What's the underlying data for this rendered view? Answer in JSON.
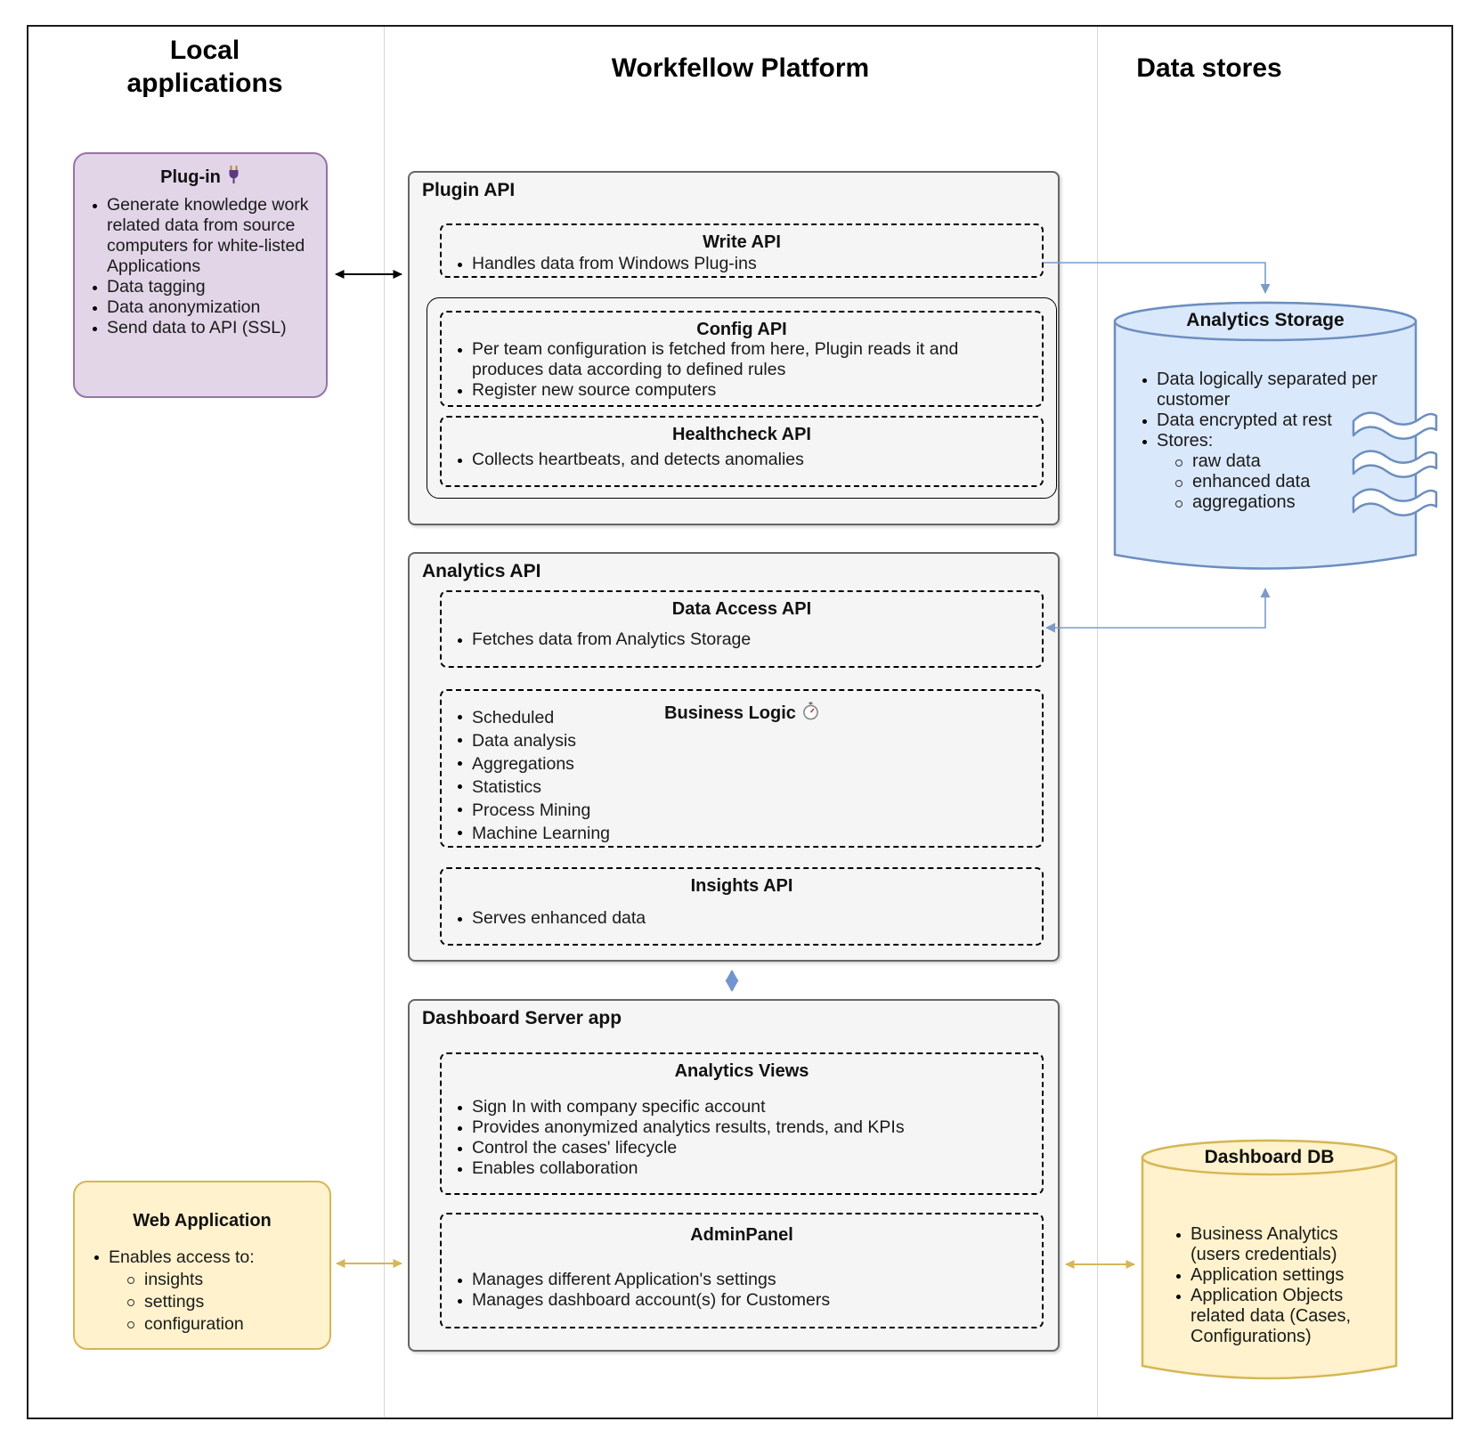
{
  "headers": {
    "local": "Local applications",
    "platform": "Workfellow Platform",
    "datastores": "Data stores"
  },
  "plugin_box": {
    "title": "Plug-in",
    "icon": "plug-icon",
    "bullets": [
      {
        "text": "Generate knowledge work related data from source computers for white-listed Applications"
      },
      {
        "text": "Data tagging"
      },
      {
        "text": "Data anonymization"
      },
      {
        "text": "Send data to API (SSL)"
      }
    ]
  },
  "plugin_api": {
    "label": "Plugin API",
    "write_api": {
      "title": "Write API",
      "bullets": [
        {
          "text": "Handles data from Windows Plug-ins"
        }
      ]
    },
    "config_api": {
      "title": "Config API",
      "bullets": [
        {
          "text": "Per team configuration is fetched from here, Plugin reads it and produces data according to defined rules"
        },
        {
          "text": "Register new source computers"
        }
      ]
    },
    "healthcheck_api": {
      "title": "Healthcheck API",
      "bullets": [
        {
          "text": "Collects heartbeats, and detects anomalies"
        }
      ]
    }
  },
  "analytics_api": {
    "label": "Analytics API",
    "data_access_api": {
      "title": "Data Access API",
      "bullets": [
        {
          "text": "Fetches data from Analytics Storage"
        }
      ]
    },
    "business_logic": {
      "title": "Business Logic",
      "icon": "stopwatch-icon",
      "bullets": [
        {
          "text": "Scheduled"
        },
        {
          "text": "Data analysis"
        },
        {
          "text": "Aggregations"
        },
        {
          "text": "Statistics"
        },
        {
          "text": "Process Mining"
        },
        {
          "text": "Machine Learning"
        }
      ]
    },
    "insights_api": {
      "title": "Insights API",
      "bullets": [
        {
          "text": "Serves enhanced data"
        }
      ]
    }
  },
  "dashboard_server": {
    "label": "Dashboard Server app",
    "analytics_views": {
      "title": "Analytics Views",
      "bullets": [
        {
          "text": "Sign In with company specific account"
        },
        {
          "text": "Provides anonymized analytics results, trends, and KPIs"
        },
        {
          "text": "Control the cases' lifecycle"
        },
        {
          "text": "Enables collaboration"
        }
      ]
    },
    "admin_panel": {
      "title": "AdminPanel",
      "bullets": [
        {
          "text": "Manages different Application's settings"
        },
        {
          "text": "Manages dashboard account(s) for Customers"
        }
      ]
    }
  },
  "web_application": {
    "title": "Web Application",
    "bullets": [
      {
        "text": "Enables access to:"
      },
      {
        "text": "insights",
        "sub": true
      },
      {
        "text": "settings",
        "sub": true
      },
      {
        "text": "configuration",
        "sub": true
      }
    ]
  },
  "analytics_storage": {
    "title": "Analytics Storage",
    "bullets": [
      {
        "text": "Data logically separated per customer"
      },
      {
        "text": "Data encrypted at rest"
      },
      {
        "text": "Stores:"
      },
      {
        "text": "raw data",
        "sub": true
      },
      {
        "text": "enhanced data",
        "sub": true
      },
      {
        "text": "aggregations",
        "sub": true
      }
    ]
  },
  "dashboard_db": {
    "title": "Dashboard DB",
    "bullets": [
      {
        "text": "Business Analytics (users credentials)"
      },
      {
        "text": "Application settings"
      },
      {
        "text": "Application Objects related data (Cases, Configurations)"
      }
    ]
  },
  "colors": {
    "purple_fill": "#E1D5E7",
    "purple_stroke": "#9673A6",
    "yellow_fill": "#FFF2CC",
    "yellow_stroke": "#D6B656",
    "blue_fill": "#DAE8FC",
    "blue_stroke": "#6C8EBF",
    "panel_fill": "#F5F5F5",
    "panel_stroke": "#666666",
    "connector_blue": "#7d9bc9",
    "connector_blue_bold": "#7295cf",
    "connector_black": "#000000",
    "connector_yellow": "#D6B656"
  }
}
